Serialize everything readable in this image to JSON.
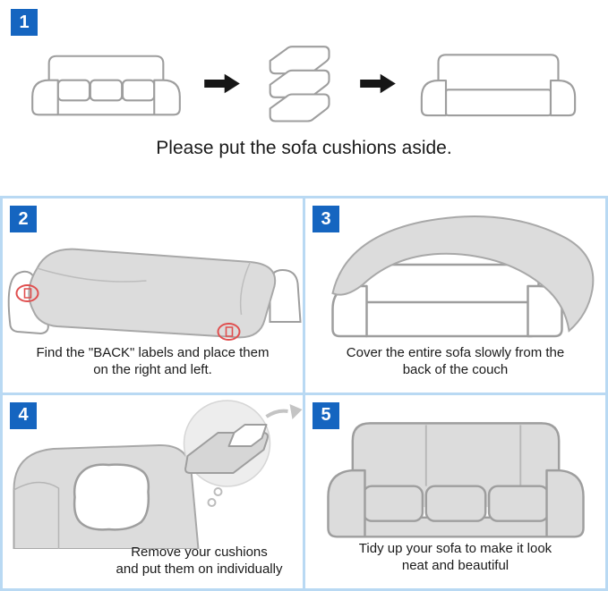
{
  "colors": {
    "badge_blue": "#1565c0",
    "panel_border_blue": "#b9d9f3",
    "illustration_fill": "#dcdcdc",
    "illustration_stroke": "#9e9e9e",
    "back_label_red": "#e04f4f",
    "arrow_black": "#161616",
    "text": "#1a1a1a"
  },
  "steps": {
    "step1": {
      "number": "1",
      "caption": "Please put the sofa cushions aside."
    },
    "step2": {
      "number": "2",
      "caption_line1": "Find the \"BACK\" labels and place them",
      "caption_line2": "on the right and left."
    },
    "step3": {
      "number": "3",
      "caption_line1": "Cover the entire sofa slowly from the",
      "caption_line2": "back of the couch"
    },
    "step4": {
      "number": "4",
      "caption_line1": "Remove your cushions",
      "caption_line2": "and put them on individually"
    },
    "step5": {
      "number": "5",
      "caption_line1": "Tidy up your sofa to make it look",
      "caption_line2": "neat and beautiful"
    }
  }
}
